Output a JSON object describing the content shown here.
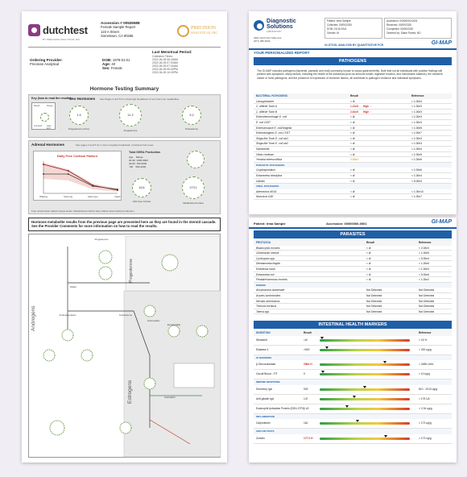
{
  "dutch": {
    "logo_text": "dutchtest",
    "logo_sub": "BY PRECISION ANALYTICAL INC.",
    "accession_line": "Accession # 00526588",
    "address_lines": [
      "Female Sample Report",
      "123 A Street",
      "Sometown, CA 90266"
    ],
    "precision_name": "PRECISION",
    "precision_sub": "ANALYTICAL INC.",
    "lmp_label": "Last Menstrual Period:",
    "ordering_label": "Ordering Provider:",
    "ordering_value": "Precision Analytical",
    "dob_label": "DOB:",
    "dob_value": "1978-01-01",
    "age_label": "Age:",
    "age_value": "40",
    "sex_label": "Sex:",
    "sex_value": "Female",
    "collection_label": "Collection Times:",
    "collection_times": [
      "2022-06-05 06:40AM",
      "2022-06-05 07:00AM",
      "2022-06-05 07:40AM",
      "2022-06-05 05:00PM",
      "2022-06-05 10:00PM"
    ],
    "title": "Hormone Testing Summary",
    "sex_panel": {
      "key_title": "Key (how to read the results):",
      "title": "Sex Hormones",
      "note": "See Pages 2 and 5 for a thorough breakdown of sex hormone metabolites",
      "legend": [
        "Result",
        "Range",
        "Low End",
        "High End"
      ],
      "gauges": [
        {
          "value": "1.5",
          "label": "Progesterone (Urine)"
        },
        {
          "value": "11.2",
          "label": "Progesterone"
        },
        {
          "value": "3.2",
          "label": "Testosterone"
        }
      ]
    },
    "adrenal_panel": {
      "title": "Adrenal Hormones",
      "note": "See pages 4 and 5 for a more complete breakdown of adrenal hormones",
      "chart_title": "Daily Free Cortisol Pattern",
      "table_title": "Total DHEA Production",
      "table_rows": [
        [
          "Age",
          "Range"
        ],
        [
          "20-39",
          "1300-3000"
        ],
        [
          "40-60",
          "750-2000"
        ],
        [
          ">60",
          "500-1200"
        ]
      ],
      "gauges": [
        {
          "value": "1111",
          "label": "24hr Free Cortisol"
        },
        {
          "value": "2721",
          "label": "Metabolized Cortisol"
        }
      ],
      "footnote": "Free cortisol best reflects tissue levels. Metabolized cortisol best reflects total cortisol production."
    },
    "notice": "Hormone metabolite results from the previous page are presented here as they are found in the steroid cascade. See the Provider Comments for more information on how to read the results.",
    "diagram": {
      "androgens_label": "Androgens",
      "estrogens_label": "Estrogens",
      "progesterone_label": "Progesterone",
      "nodes": [
        "Progesterone",
        "DHEA",
        "Androstenedione",
        "Testosterone",
        "Estrone(E1)",
        "Estradiol(E2)",
        "Estriol(E3)"
      ]
    }
  },
  "gimap": {
    "lab_line1": "Diagnostic",
    "lab_line2": "Solutions",
    "lab_sub": "LABORATORY",
    "addr": [
      "3001 North Fair Oaks Ave",
      "(877) 485-5336"
    ],
    "patient_box": [
      "Patient: Irma Sample",
      "Collected: 00/00/2020",
      "DOB: 01/11/1941",
      "Gender: M"
    ],
    "accession_box": [
      "Accession: 00000000-0001",
      "Received: 00/00/2020",
      "Completed: 00/00/2020",
      "Ordered by: Diane Parrini, ND"
    ],
    "brand": "GI-MAP",
    "sub_brand": "GI-STOOL ANALYSIS BY QUANTITATIVE PCR",
    "report_label": "YOUR PERSONALIZED REPORT",
    "pathogens_title": "PATHOGENS",
    "intro": "The GI-MAP includes pathogens (bacterial, parasitic and viral) commonly known to cause gastroenteritis. Note that not all individuals with positive findings will present with symptoms. Many factors, including the health of the individual (such as immune health, digestive function, and microbiome balance), the transient nature of most pathogens, and the presence of expression of virulence factors, all contribute to pathogen virulence and individual symptoms.",
    "pathogen_header": [
      "BACTERIAL PATHOGENS",
      "Result",
      "",
      "Reference"
    ],
    "bacterial": [
      {
        "name": "Campylobacter",
        "result": "< dl",
        "flag": "",
        "ref": "< 1.00e3",
        "level": "norm"
      },
      {
        "name": "C. difficile Toxin A",
        "result": "1.21e5",
        "flag": "High ↑",
        "ref": "< 1.00e3",
        "level": "hi"
      },
      {
        "name": "C. difficile Toxin B",
        "result": "2.61e5",
        "flag": "High ↑",
        "ref": "< 1.00e3",
        "level": "hi"
      },
      {
        "name": "Enterohemorrhagic E. coli",
        "result": "< dl",
        "flag": "",
        "ref": "< 1.00e3",
        "level": "norm"
      },
      {
        "name": "E. coli O157",
        "result": "< dl",
        "flag": "",
        "ref": "< 1.00e3",
        "level": "norm"
      },
      {
        "name": "Enteroinvasive E. coli/Shigella",
        "result": "< dl",
        "flag": "",
        "ref": "< 1.00e5",
        "level": "norm"
      },
      {
        "name": "Enterotoxigenic E. coli LT/ST",
        "result": "< dl",
        "flag": "",
        "ref": "< 1.00e7",
        "level": "norm"
      },
      {
        "name": "Shiga-like Toxin E. coli stx1",
        "result": "< dl",
        "flag": "",
        "ref": "< 1.00e3",
        "level": "norm"
      },
      {
        "name": "Shiga-like Toxin E. coli stx2",
        "result": "< dl",
        "flag": "",
        "ref": "< 1.00e3",
        "level": "norm"
      },
      {
        "name": "Salmonella",
        "result": "< dl",
        "flag": "",
        "ref": "< 1.00e4",
        "level": "norm"
      },
      {
        "name": "Vibrio cholerae",
        "result": "< dl",
        "flag": "",
        "ref": "< 1.00e5",
        "level": "norm"
      },
      {
        "name": "Yersinia enterocolitica",
        "result": "3.66e3",
        "flag": "",
        "ref": "< 1.00e5",
        "level": "mid"
      }
    ],
    "parasitic_label": "PARASITIC PATHOGENS",
    "parasitic": [
      {
        "name": "Cryptosporidium",
        "result": "< dl",
        "flag": "",
        "ref": "< 1.00e6",
        "level": "norm"
      },
      {
        "name": "Entamoeba histolytica",
        "result": "< dl",
        "flag": "",
        "ref": "< 1.00e4",
        "level": "norm"
      },
      {
        "name": "Giardia",
        "result": "< dl",
        "flag": "",
        "ref": "< 5.00e3",
        "level": "norm"
      }
    ],
    "viral_label": "VIRAL PATHOGENS",
    "viral": [
      {
        "name": "Adenovirus 40/41",
        "result": "< dl",
        "flag": "",
        "ref": "< 1.00e10",
        "level": "norm"
      },
      {
        "name": "Norovirus GI/II",
        "result": "< dl",
        "flag": "",
        "ref": "< 1.00e7",
        "level": "norm"
      }
    ],
    "page2_patient": "Patient: Irma Sample",
    "page2_accession": "Accession: 00000000-0001",
    "parasites_title": "PARASITES",
    "protozoa_header": [
      "PROTOZOA",
      "Result",
      "Reference"
    ],
    "protozoa": [
      {
        "name": "Blastocystis hominis",
        "result": "< dl",
        "ref": "< 2.00e3"
      },
      {
        "name": "Chilomastix mesnili",
        "result": "< dl",
        "ref": "< 1.00e5"
      },
      {
        "name": "Cyclospora spp.",
        "result": "< dl",
        "ref": "< 5.00e4"
      },
      {
        "name": "Dientamoeba fragilis",
        "result": "< dl",
        "ref": "< 1.00e5"
      },
      {
        "name": "Endolimax nana",
        "result": "< dl",
        "ref": "< 1.00e4"
      },
      {
        "name": "Entamoeba coli",
        "result": "< dl",
        "ref": "< 5.00e6"
      },
      {
        "name": "Pentatrichomonas hominis",
        "result": "< dl",
        "ref": "< 1.00e2"
      }
    ],
    "worms_label": "WORMS",
    "worms": [
      {
        "name": "Ancylostoma duodenale",
        "result": "Not Detected",
        "ref": "Not Detected"
      },
      {
        "name": "Ascaris lumbricoides",
        "result": "Not Detected",
        "ref": "Not Detected"
      },
      {
        "name": "Necator americanus",
        "result": "Not Detected",
        "ref": "Not Detected"
      },
      {
        "name": "Trichuris trichiura",
        "result": "Not Detected",
        "ref": "Not Detected"
      },
      {
        "name": "Taenia spp.",
        "result": "Not Detected",
        "ref": "Not Detected"
      }
    ],
    "intestinal_title": "INTESTINAL HEALTH MARKERS",
    "digestion_header": [
      "DIGESTION",
      "Result",
      "Reference"
    ],
    "digestion": [
      {
        "name": "Steatocrit",
        "result": "<dl",
        "ref": "< 15 %",
        "pos": 0.03,
        "hi": false
      },
      {
        "name": "Elastase-1",
        "result": ">500",
        "ref": "> 200 ug/g",
        "pos": 0.08,
        "hi": false
      }
    ],
    "gi_markers_label": "GI MARKERS",
    "gi_markers": [
      {
        "name": "β-Glucuronidase",
        "result": "2864 H",
        "ref": "< 2486 U/mL",
        "pos": 0.72,
        "hi": true
      },
      {
        "name": "Occult Blood - FIT",
        "result": "0",
        "ref": "< 10 ug/g",
        "pos": 0.04,
        "hi": false
      }
    ],
    "immune_label": "IMMUNE RESPONSE",
    "immune": [
      {
        "name": "Secretory IgA",
        "result": "932",
        "ref": "510 - 2010 ug/g",
        "pos": 0.5,
        "hi": false
      },
      {
        "name": "Anti-gliadin IgA",
        "result": "147",
        "ref": "< 175 U/L",
        "pos": 0.38,
        "hi": false
      },
      {
        "name": "Eosinophil Activation Protein (EDN, EPX)",
        "result": "1.40",
        "ref": "< 2.34 ug/g",
        "pos": 0.3,
        "hi": false
      }
    ],
    "inflammation_label": "INFLAMMATION",
    "inflammation": [
      {
        "name": "Calprotectin",
        "result": "116",
        "ref": "< 173 ug/g",
        "pos": 0.42,
        "hi": false
      }
    ],
    "addon_label": "ADD-ON TESTS",
    "addon": [
      {
        "name": "Zonulin",
        "result": "177.0 H",
        "ref": "< 173 ng/g",
        "pos": 0.73,
        "hi": true
      }
    ]
  },
  "chart_data": {
    "type": "line",
    "title": "Daily Free Cortisol Pattern",
    "x": [
      "Waking",
      "Morning",
      "Afternoon",
      "Night"
    ],
    "series": [
      {
        "values": [
          3.6,
          2.8,
          1.0,
          0.4
        ]
      },
      {
        "values": [
          2.4,
          2.4,
          0.9,
          0.5
        ]
      }
    ]
  }
}
